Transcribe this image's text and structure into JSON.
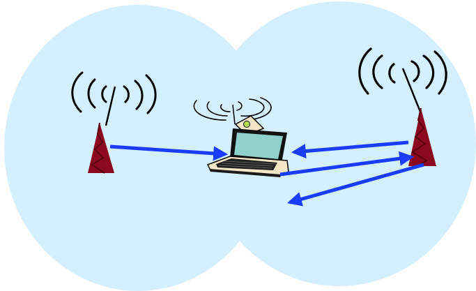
{
  "diagram": {
    "nodes": [
      {
        "id": "tower_left",
        "icon": "cell-tower-icon"
      },
      {
        "id": "laptop",
        "icon": "laptop-icon"
      },
      {
        "id": "tower_right",
        "icon": "cell-tower-icon"
      }
    ],
    "links": [
      {
        "from": "tower_left",
        "to": "laptop",
        "direction": "to-laptop"
      },
      {
        "from": "tower_right",
        "to": "laptop",
        "direction": "to-laptop"
      },
      {
        "from": "laptop",
        "to": "tower_right",
        "direction": "to-tower"
      },
      {
        "from": "tower_right",
        "to": "outside",
        "direction": "outward"
      }
    ],
    "coverage_areas": 2
  },
  "colors": {
    "coverage": "#d4efff",
    "arrow": "#1a3cff",
    "tower": "#8b0a1f",
    "tower_dark": "#5a0010",
    "laptop_body": "#f2e6c6",
    "laptop_screen": "#8fd2cc",
    "waves": "#000000"
  }
}
